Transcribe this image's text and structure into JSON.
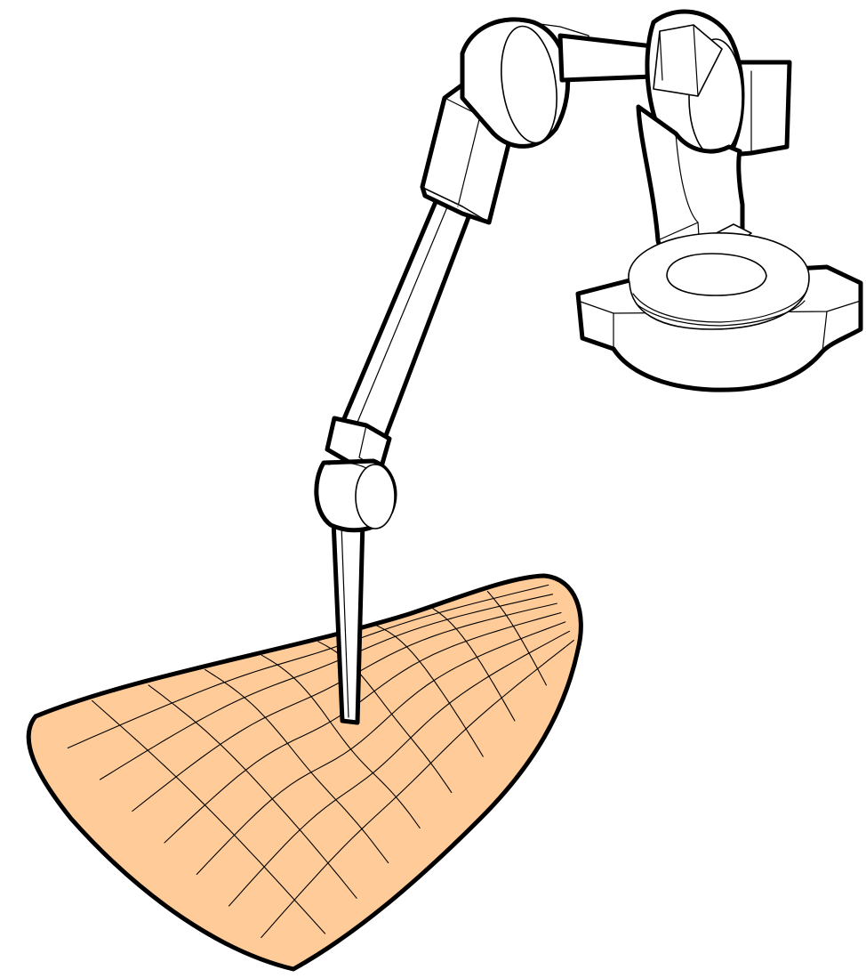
{
  "colors": {
    "surface_fill": "#FFCC99",
    "outline": "#000000",
    "robot_fill": "#FFFFFF",
    "background": "#FFFFFF"
  },
  "scene": {
    "subject": "robot-arm-probe-on-deformable-surface",
    "mesh_rows": 8,
    "mesh_cols": 9
  }
}
